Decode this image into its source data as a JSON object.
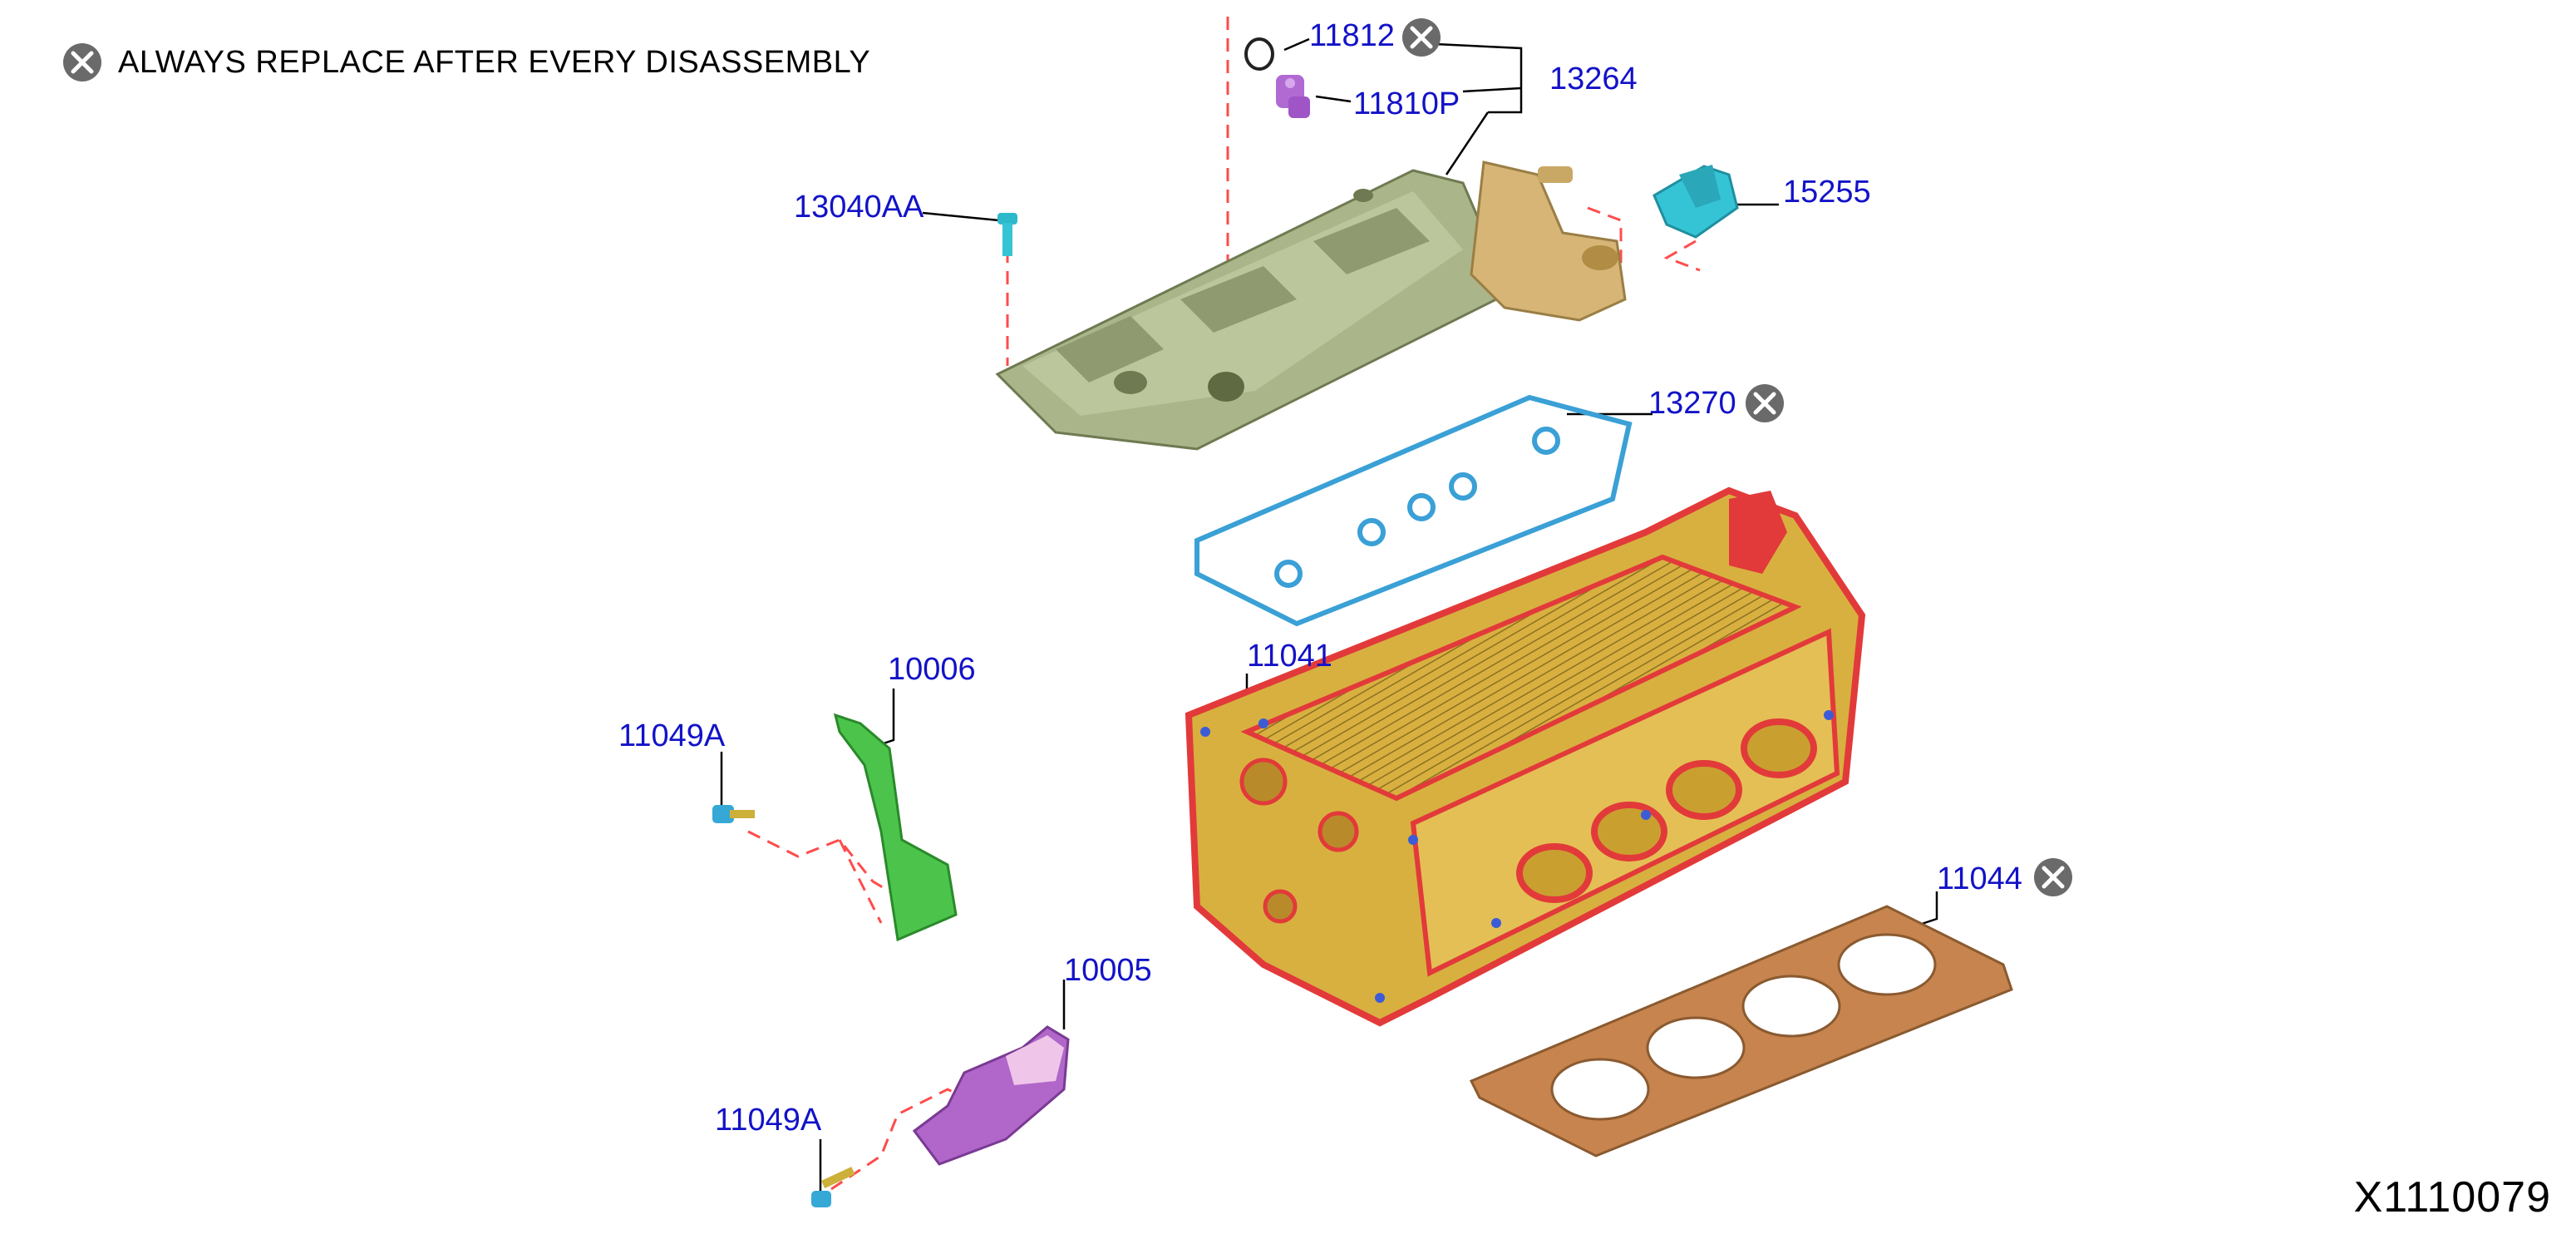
{
  "legend": {
    "text": "ALWAYS REPLACE AFTER EVERY DISASSEMBLY",
    "icon": "x-circle-icon"
  },
  "figure_code": "X1110079",
  "parts": {
    "p11812": "11812",
    "p11810P": "11810P",
    "p13264": "13264",
    "p15255": "15255",
    "p13040AA": "13040AA",
    "p13270": "13270",
    "p10006": "10006",
    "p11041": "11041",
    "p11049A_top": "11049A",
    "p11044": "11044",
    "p10005": "10005",
    "p11049A_bottom": "11049A"
  },
  "colors": {
    "label": "#1212c8",
    "cover": "#a9b48a",
    "head": "#d8b040",
    "head_red": "#e23a3a",
    "gasket": "#3aa0d6",
    "head_gasket": "#c7844e",
    "cap": "#33c2d6",
    "bracket_green": "#4cc44c",
    "bracket_purple": "#b067c9",
    "breather": "#d6b577",
    "dash": "#ff4b4b"
  }
}
